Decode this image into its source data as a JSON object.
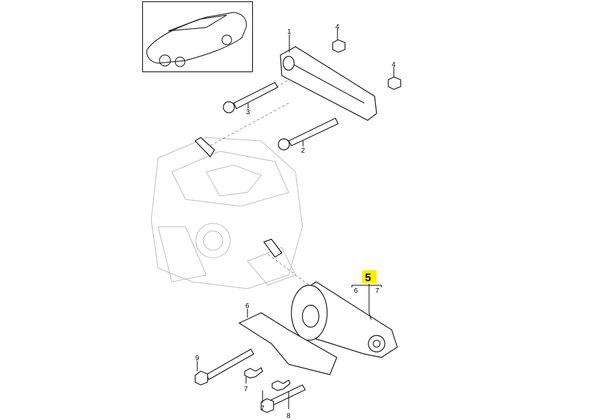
{
  "diagram": {
    "callouts": {
      "mount_bracket": "1",
      "bolt_upper_lower": "2",
      "bolt_upper": "3",
      "nut_left": "4",
      "nut_right": "4",
      "assembly": "5",
      "assembly_sub_a": "6",
      "assembly_sub_b": "7",
      "heat_shield": "6",
      "long_bolt": "9",
      "small_bolt_a": "7",
      "small_bolt_b": "7",
      "bolt_bottom": "8"
    },
    "highlight_color": "#ffee00"
  }
}
